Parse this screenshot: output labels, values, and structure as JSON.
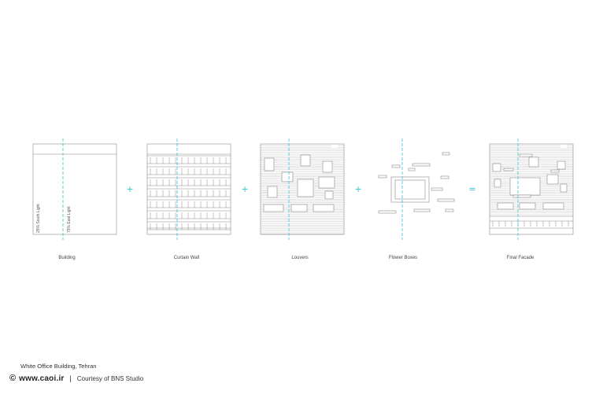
{
  "stages": [
    {
      "label": "Building"
    },
    {
      "label": "Curtain Wall"
    },
    {
      "label": "Louvers"
    },
    {
      "label": "Flower Boxes"
    },
    {
      "label": "Final Facade"
    }
  ],
  "operators": [
    "+",
    "+",
    "+",
    "="
  ],
  "building_annotations": {
    "south": "25% South Light",
    "east": "75% East Light"
  },
  "caption": "White Office Building, Tehran",
  "credit": {
    "copyright_symbol": "©",
    "site": "www.caoi.ir",
    "separator": "|",
    "courtesy": "Courtesy of BNS Studio"
  },
  "colors": {
    "line": "#888888",
    "axis": "#39c3cf"
  }
}
